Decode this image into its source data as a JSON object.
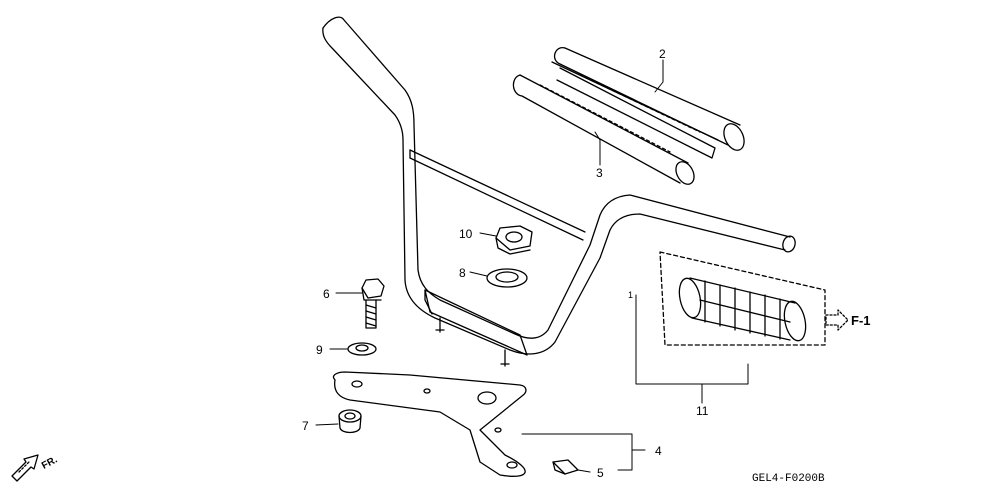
{
  "callouts": {
    "c1": "1",
    "c2": "2",
    "c3": "3",
    "c4": "4",
    "c5": "5",
    "c6": "6",
    "c7": "7",
    "c8": "8",
    "c9": "9",
    "c10": "10",
    "c11": "11"
  },
  "reference": {
    "section_ref": "F-1",
    "drawing_code": "GEL4-F0200B",
    "front_marker": "FR."
  }
}
